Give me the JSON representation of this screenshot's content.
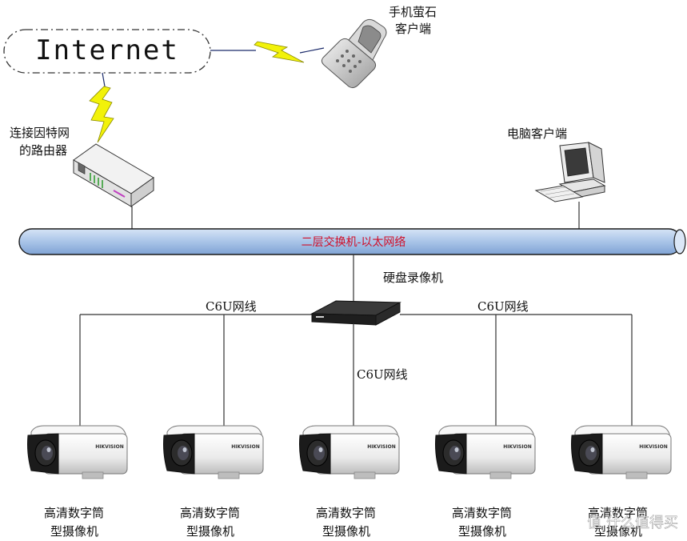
{
  "internet": {
    "label": "Internet"
  },
  "phone": {
    "label_line1": "手机萤石",
    "label_line2": "客户端"
  },
  "router": {
    "label_line1": "连接因特网",
    "label_line2": "的路由器"
  },
  "pc": {
    "label": "电脑客户端"
  },
  "switch_bus": {
    "label": "二层交换机-以太网络",
    "label_color": "#d0102a",
    "fill_color": "#a9c4e8"
  },
  "nvr": {
    "label": "硬盘录像机"
  },
  "cables": {
    "left": "C6U网线",
    "right": "C6U网线",
    "center": "C6U网线"
  },
  "cameras": [
    {
      "line1": "高清数字筒",
      "line2": "型摄像机"
    },
    {
      "line1": "高清数字筒",
      "line2": "型摄像机"
    },
    {
      "line1": "高清数字筒",
      "line2": "型摄像机"
    },
    {
      "line1": "高清数字筒",
      "line2": "型摄像机"
    },
    {
      "line1": "高清数字筒",
      "line2": "型摄像机"
    }
  ],
  "camera_brand": "HIKVISION",
  "watermark": "值 什么值得买",
  "colors": {
    "lightning": "#f2f20a",
    "wire": "#333333",
    "bus_outline": "#1a1a1a"
  }
}
